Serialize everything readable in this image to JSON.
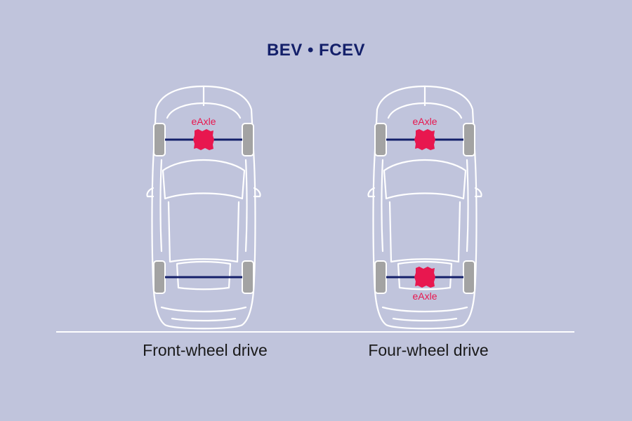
{
  "title": "BEV • FCEV",
  "colors": {
    "background": "#c0c4dc",
    "car_outline": "#ffffff",
    "tire": "#a3a3a3",
    "axle": "#14206a",
    "eaxle": "#e8174f",
    "title": "#14206a"
  },
  "vehicles": [
    {
      "caption": "Front-wheel drive",
      "eaxles": [
        {
          "position": "front",
          "label": "eAxle"
        }
      ]
    },
    {
      "caption": "Four-wheel drive",
      "eaxles": [
        {
          "position": "front",
          "label": "eAxle"
        },
        {
          "position": "rear",
          "label": "eAxle"
        }
      ]
    }
  ]
}
